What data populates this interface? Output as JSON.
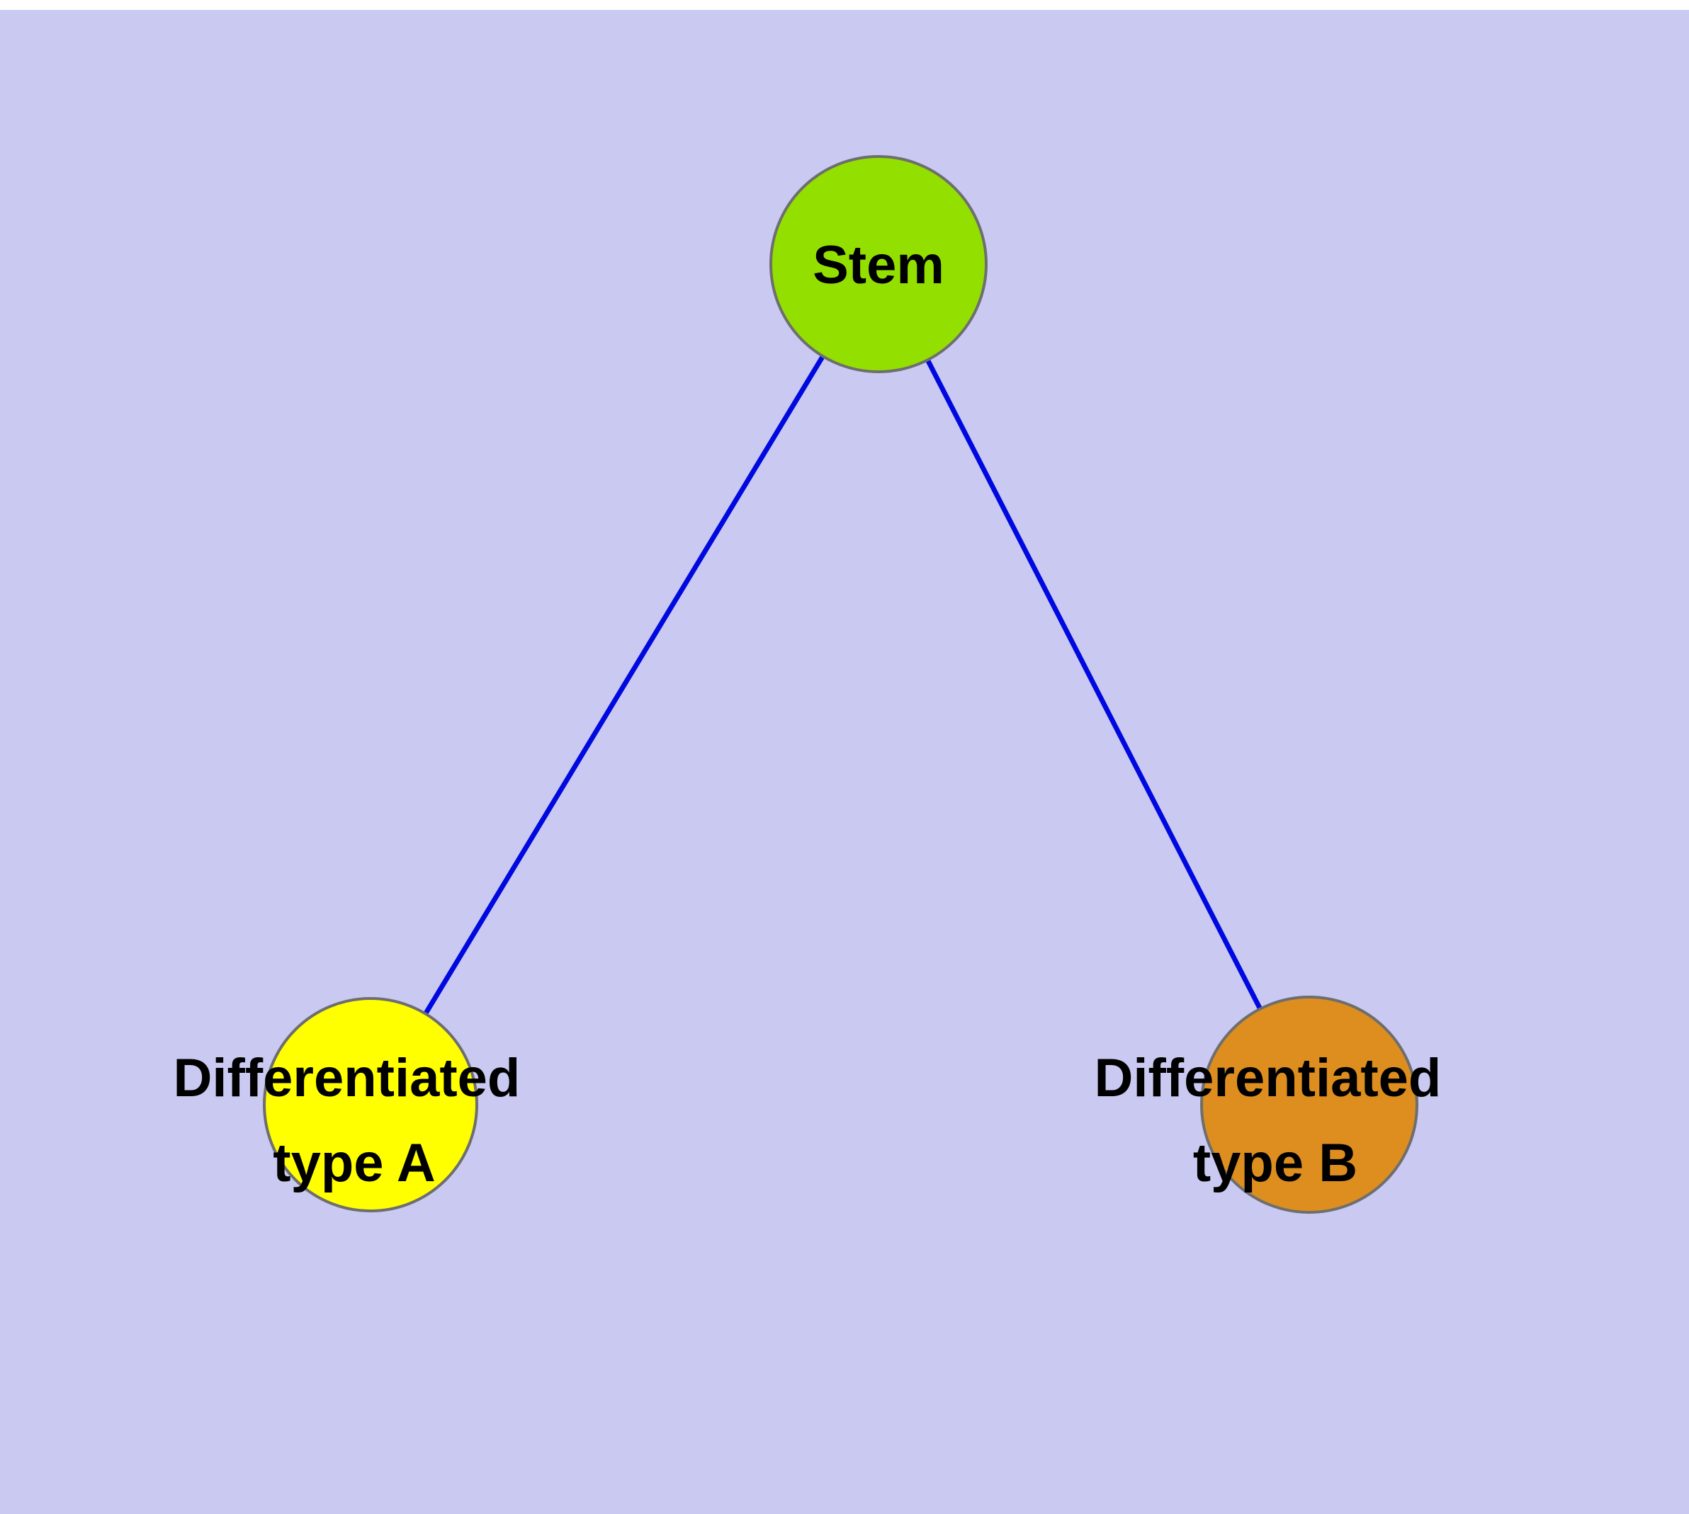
{
  "diagram": {
    "background_color": "#c9c9f2",
    "edge_color": "#0008e0",
    "node_stroke_color": "#6e6e6e",
    "nodes": {
      "stem": {
        "label": "Stem",
        "fill": "#93e000"
      },
      "type_a": {
        "lines": [
          "Differentiated",
          "type A"
        ],
        "fill": "#ffff00"
      },
      "type_b": {
        "lines": [
          "Differentiated",
          "type B"
        ],
        "fill": "#dd8e1f"
      }
    },
    "edges": {
      "stem_to_a": "stem → differentiated type A",
      "stem_to_b": "stem → differentiated type B"
    }
  }
}
